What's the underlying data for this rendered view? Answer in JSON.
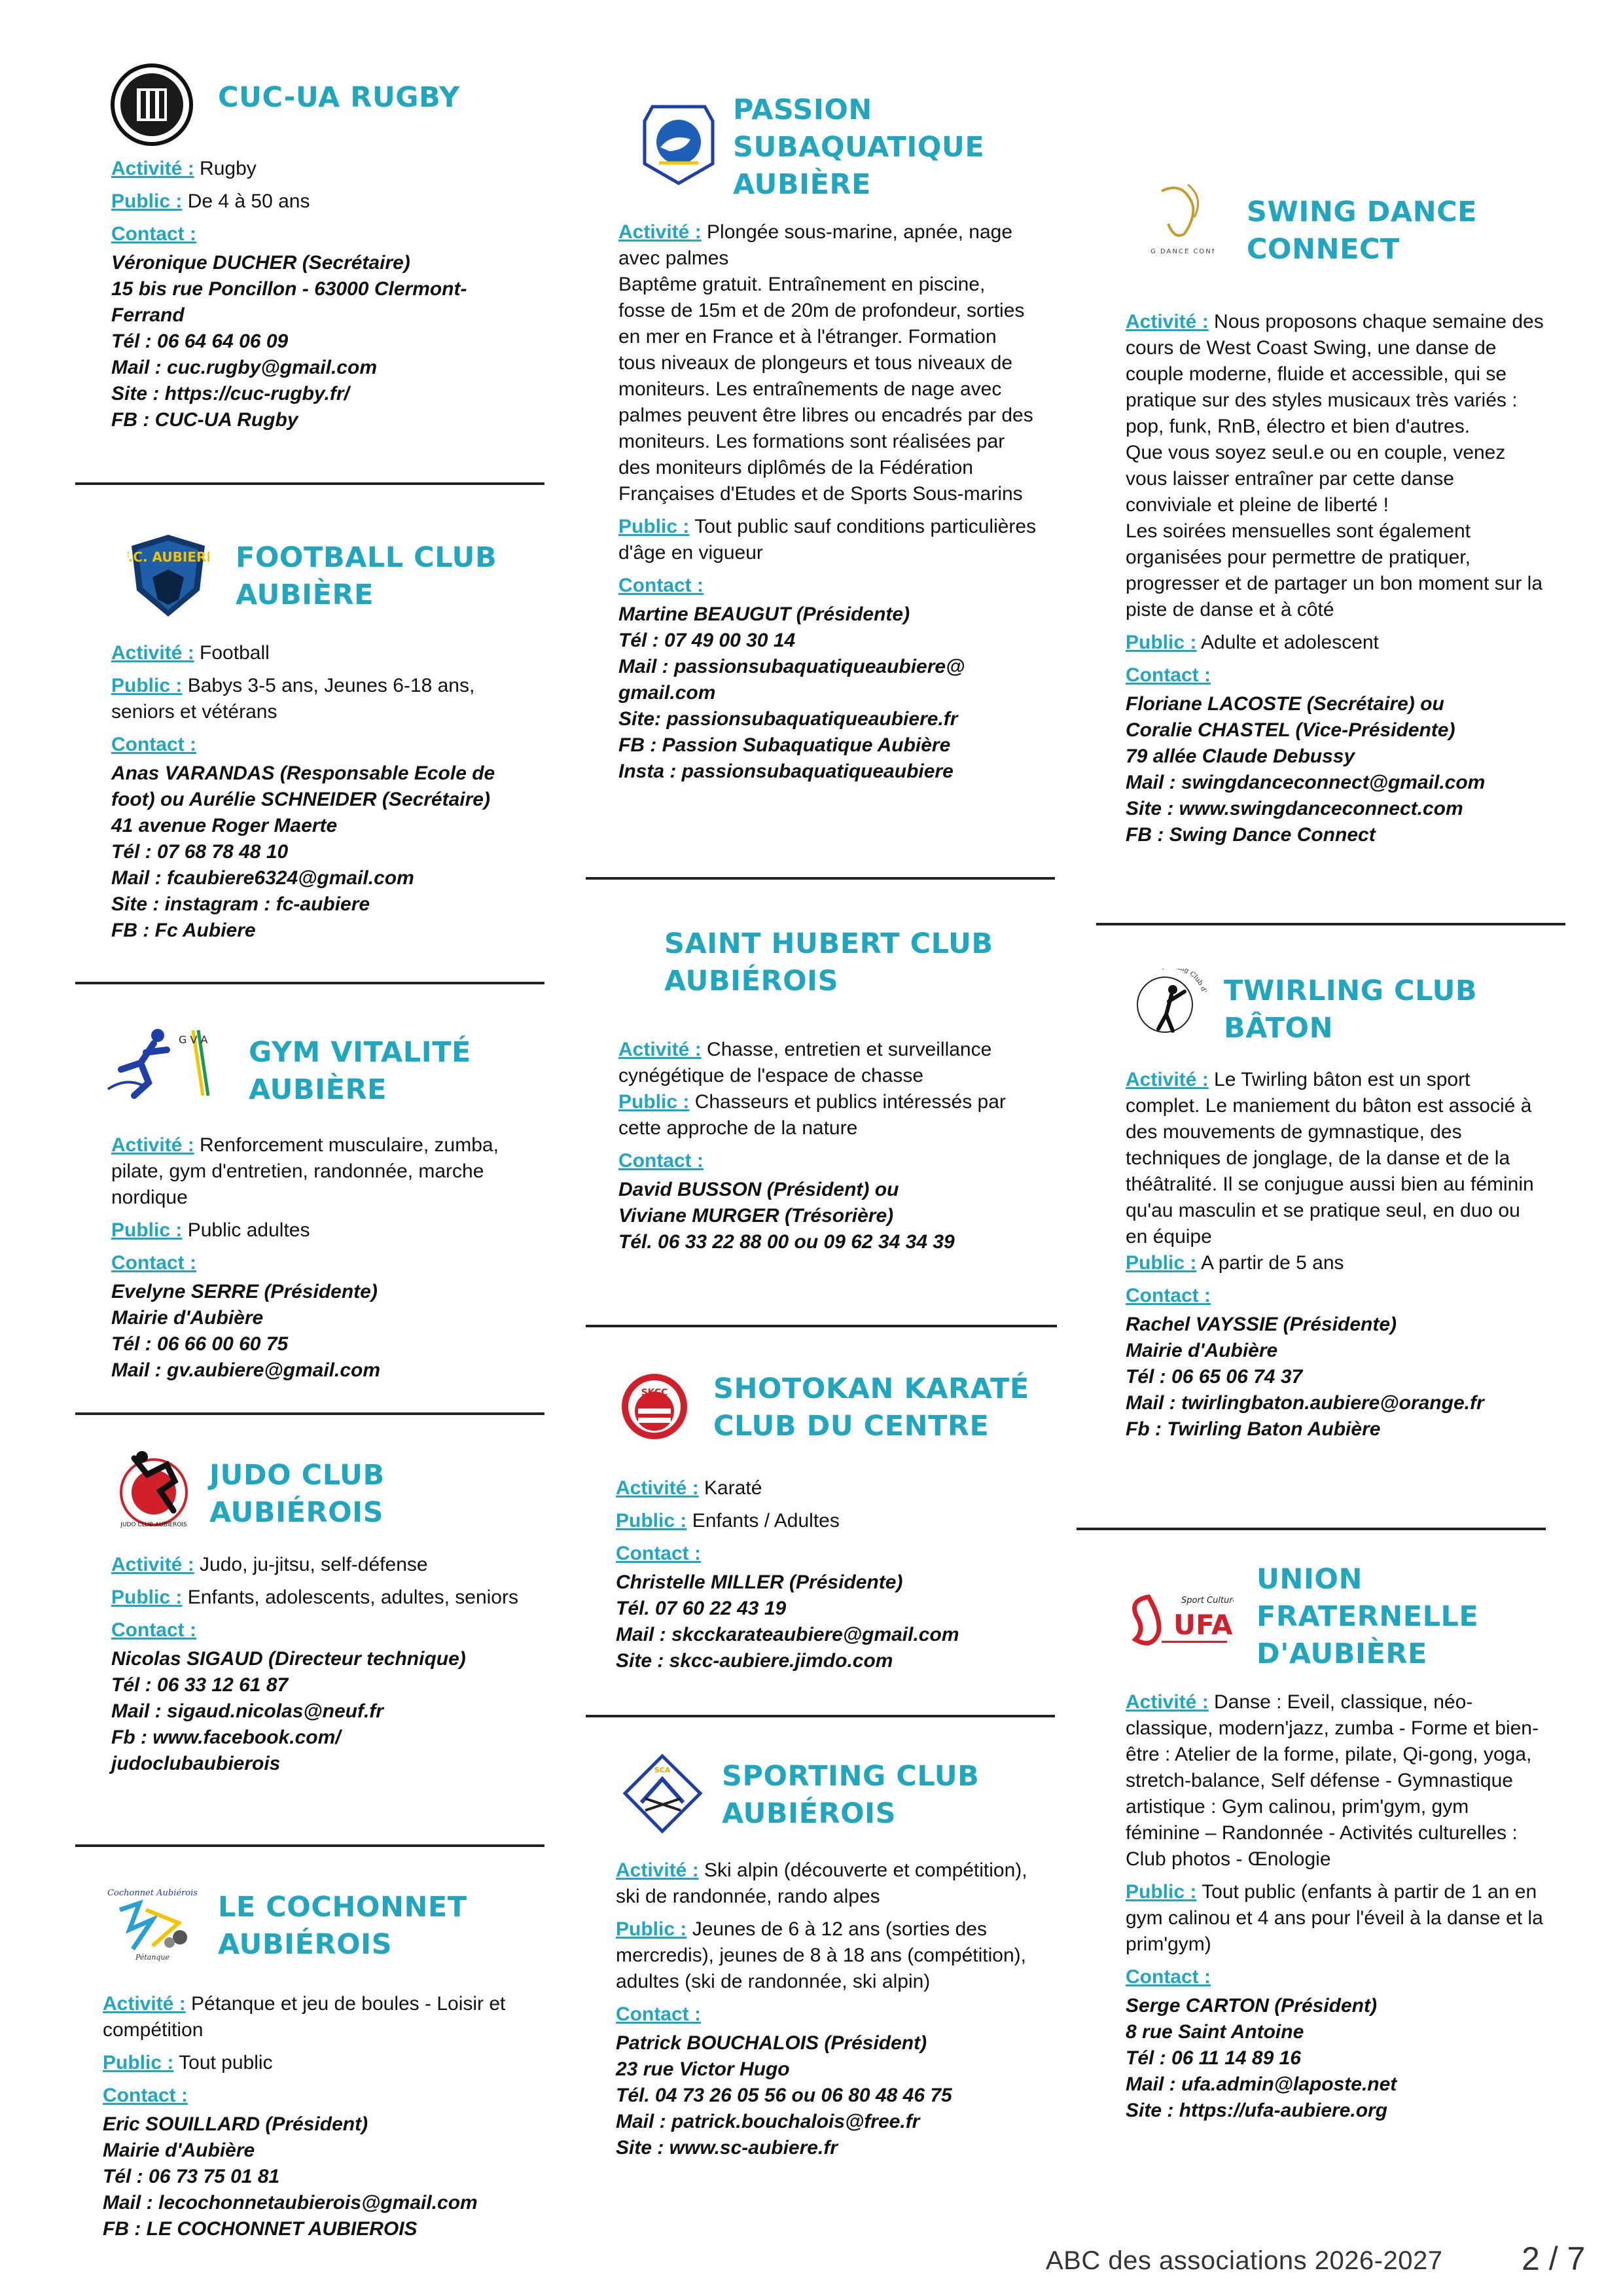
{
  "footer": {
    "text": "ABC des associations 2026-2027",
    "page": "2 / 7"
  },
  "labels": {
    "activite": "Activité :",
    "public": "Public :",
    "contact": "Contact :"
  },
  "logos": {
    "skcc": "SKCC",
    "ufa_sport_culture": "Sport\nCulture",
    "ufa_letters": "UFA",
    "cochonnet_script": "Cochonnet Aubiérois",
    "cochonnet_sub": "Pétanque",
    "gym_letters": "G V A",
    "swing_text": "SWING DANCE CONNECT",
    "twirling_text": "Twirling Club d'Aubière",
    "judo_text": "JUDO CLUB AUBIEROIS",
    "fc_text": "F.C. AUBIERE",
    "sporting_text": "SCA"
  },
  "entries": [
    {
      "id": "cuc-ua-rugby",
      "title": "CUC-UA RUGBY",
      "activite": "Rugby",
      "public": "De 4 à 50 ans",
      "contact": "Véronique DUCHER (Secrétaire)\n15 bis rue Poncillon - 63000 Clermont-Ferrand\nTél : 06 64 64 06 09\nMail : cuc.rugby@gmail.com\nSite : https://cuc-rugby.fr/\nFB : CUC-UA Rugby"
    },
    {
      "id": "football-club-aubiere",
      "title": "FOOTBALL CLUB\nAUBIÈRE",
      "activite": "Football",
      "public": "Babys 3-5 ans, Jeunes 6-18 ans, seniors et vétérans",
      "contact": "Anas VARANDAS (Responsable Ecole de foot) ou Aurélie SCHNEIDER (Secrétaire)\n41 avenue Roger Maerte\nTél : 07 68 78 48 10\nMail : fcaubiere6324@gmail.com\nSite : instagram : fc-aubiere\nFB : Fc Aubiere"
    },
    {
      "id": "gym-vitalite-aubiere",
      "title": "GYM VITALITÉ\nAUBIÈRE",
      "activite": "Renforcement musculaire, zumba, pilate, gym d'entretien, randonnée, marche nordique",
      "public": "Public adultes",
      "contact": "Evelyne SERRE (Présidente)\nMairie d'Aubière\nTél : 06 66 00 60 75\nMail : gv.aubiere@gmail.com"
    },
    {
      "id": "judo-club-aubierois",
      "title": "JUDO CLUB\nAUBIÉROIS",
      "activite": "Judo, ju-jitsu, self-défense",
      "public": "Enfants, adolescents, adultes, seniors",
      "contact": "Nicolas SIGAUD (Directeur technique)\nTél : 06 33 12 61 87\nMail : sigaud.nicolas@neuf.fr\nFb : www.facebook.com/\njudoclubaubierois"
    },
    {
      "id": "le-cochonnet-aubierois",
      "title": "LE COCHONNET\nAUBIÉROIS",
      "activite": "Pétanque et jeu de boules - Loisir et compétition",
      "public": "Tout public",
      "contact": "Eric SOUILLARD (Président)\nMairie d'Aubière\nTél : 06 73 75 01 81\nMail : lecochonnetaubierois@gmail.com\nFB : LE COCHONNET AUBIEROIS"
    },
    {
      "id": "passion-subaquatique-aubiere",
      "title": "PASSION\nSUBAQUATIQUE\nAUBIÈRE",
      "activite": "Plongée sous-marine, apnée, nage avec palmes\nBaptême gratuit. Entraînement en piscine, fosse de 15m et de 20m de profondeur, sorties en mer en France et à l'étranger. Formation tous niveaux de plongeurs et tous niveaux de moniteurs. Les entraînements de nage avec palmes peuvent être libres ou encadrés par des moniteurs. Les formations sont réalisées par des moniteurs diplômés de la Fédération Françaises d'Etudes et de Sports Sous-marins",
      "public": "Tout public sauf conditions particulières d'âge en vigueur",
      "contact": "Martine BEAUGUT (Présidente)\nTél : 07 49 00 30 14\nMail : passionsubaquatiqueaubiere@\ngmail.com\nSite: passionsubaquatiqueaubiere.fr\nFB : Passion Subaquatique Aubière\nInsta : passionsubaquatiqueaubiere"
    },
    {
      "id": "saint-hubert-club-aubierois",
      "title": "SAINT HUBERT CLUB\nAUBIÉROIS",
      "activite": "Chasse, entretien et surveillance cynégétique de l'espace de chasse",
      "public": "Chasseurs et publics intéressés par cette approche de la nature",
      "contact": "David BUSSON (Président) ou\nViviane MURGER (Trésorière)\nTél. 06 33 22 88 00 ou 09 62 34 34 39"
    },
    {
      "id": "shotokan-karate",
      "title": "SHOTOKAN KARATÉ\nCLUB DU CENTRE",
      "activite": "Karaté",
      "public": "Enfants / Adultes",
      "contact": "Christelle MILLER (Présidente)\nTél. 07 60 22 43 19\nMail : skcckarateaubiere@gmail.com\nSite : skcc-aubiere.jimdo.com"
    },
    {
      "id": "sporting-club-aubierois",
      "title": "SPORTING CLUB\nAUBIÉROIS",
      "activite": "Ski alpin (découverte et compétition), ski de randonnée, rando alpes",
      "public": "Jeunes de 6 à 12 ans (sorties des mercredis), jeunes de 8 à 18 ans (compétition), adultes (ski de randonnée, ski alpin)",
      "contact": "Patrick BOUCHALOIS (Président)\n23 rue Victor Hugo\nTél. 04 73 26 05 56 ou 06 80 48 46 75\nMail : patrick.bouchalois@free.fr\nSite : www.sc-aubiere.fr"
    },
    {
      "id": "swing-dance-connect",
      "title": "SWING DANCE\nCONNECT",
      "activite": "Nous proposons chaque semaine des cours de West Coast Swing, une danse de couple moderne, fluide et accessible, qui se pratique sur des styles musicaux très variés : pop, funk, RnB, électro et bien d'autres.\nQue vous soyez seul.e ou en couple, venez vous laisser entraîner par cette danse conviviale et pleine de liberté !\nLes soirées mensuelles sont également organisées pour permettre de pratiquer, progresser et de partager un bon moment sur la piste de danse et à côté",
      "public": "Adulte et adolescent",
      "contact": "Floriane LACOSTE (Secrétaire) ou\nCoralie CHASTEL (Vice-Présidente)\n79 allée Claude Debussy\nMail : swingdanceconnect@gmail.com\nSite : www.swingdanceconnect.com\nFB : Swing Dance Connect"
    },
    {
      "id": "twirling-club-baton",
      "title": "TWIRLING CLUB\nBÂTON",
      "activite": "Le Twirling bâton est un sport complet. Le maniement du bâton est associé à des mouvements de gymnastique, des techniques de jonglage, de la danse et de la théâtralité. Il se conjugue aussi bien au féminin qu'au masculin et se pratique seul, en duo ou en équipe",
      "public": "A partir de 5 ans",
      "contact": "Rachel VAYSSIE (Présidente)\nMairie d'Aubière\nTél : 06 65 06 74 37\nMail : twirlingbaton.aubiere@orange.fr\nFb : Twirling Baton Aubière"
    },
    {
      "id": "union-fraternelle",
      "title": "UNION\nFRATERNELLE\nD'AUBIÈRE",
      "activite": "Danse : Eveil, classique, néo-classique, modern'jazz, zumba - Forme et bien-être : Atelier de la forme, pilate, Qi-gong, yoga, stretch-balance, Self défense - Gymnastique artistique : Gym calinou, prim'gym, gym féminine – Randonnée - Activités culturelles : Club photos - Œnologie",
      "public": "Tout public (enfants à partir de 1 an en gym calinou et 4 ans pour l'éveil à la danse et la prim'gym)",
      "contact": "Serge CARTON (Président)\n8 rue Saint Antoine\nTél : 06 11 14 89 16\nMail : ufa.admin@laposte.net\nSite : https://ufa-aubiere.org"
    }
  ]
}
